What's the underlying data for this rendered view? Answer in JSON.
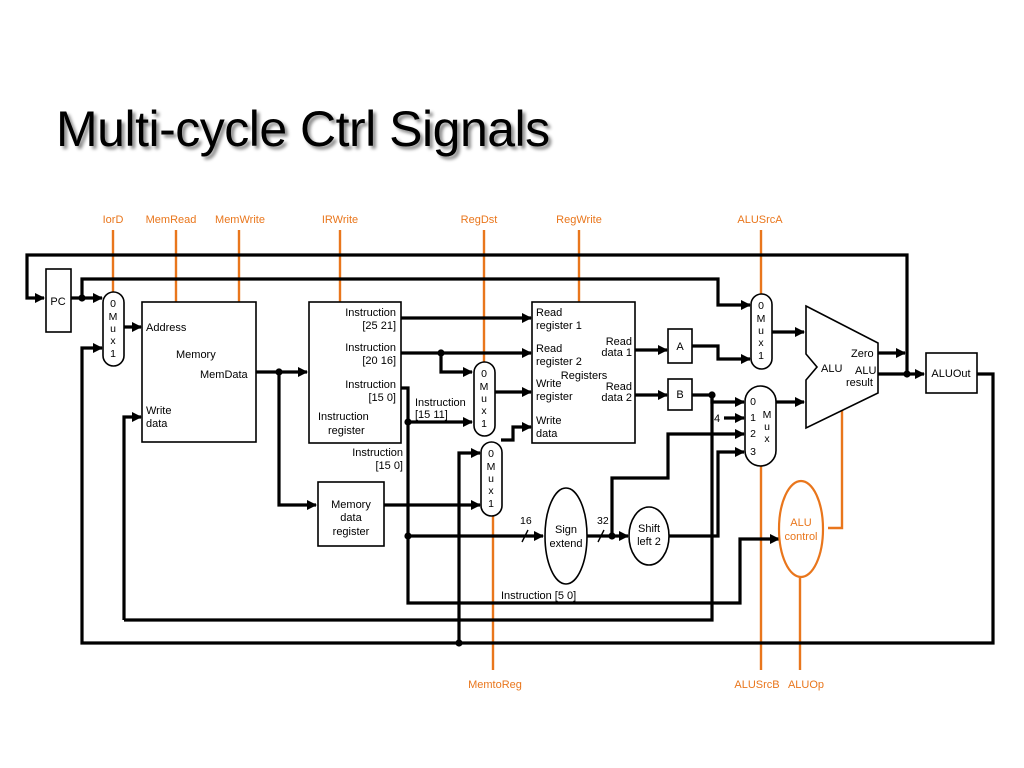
{
  "slide": {
    "title": "Multi-cycle Ctrl Signals"
  },
  "control_signals": {
    "iord": "IorD",
    "memread": "MemRead",
    "memwrite": "MemWrite",
    "irwrite": "IRWrite",
    "regdst": "RegDst",
    "regwrite": "RegWrite",
    "alusrca": "ALUSrcA",
    "memtoreg": "MemtoReg",
    "alusrcb": "ALUSrcB",
    "aluop": "ALUOp"
  },
  "pc": {
    "label": "PC"
  },
  "mux_pc": {
    "l0": "0",
    "l1": "M",
    "l2": "u",
    "l3": "x",
    "l4": "1"
  },
  "memory": {
    "address": "Address",
    "name": "Memory",
    "memdata": "MemData",
    "write1": "Write",
    "write2": "data"
  },
  "ir": {
    "f1a": "Instruction",
    "f1b": "[25   21]",
    "f2a": "Instruction",
    "f2b": "[20   16]",
    "f3a": "Instruction",
    "f3b": "[15   0]",
    "name1": "Instruction",
    "name2": "register",
    "f4a": "Instruction",
    "f4b": "[15   11]"
  },
  "ir_out": {
    "a": "Instruction",
    "b": "[15   0]"
  },
  "mdr": {
    "l1": "Memory",
    "l2": "data",
    "l3": "register"
  },
  "mux_regdst": {
    "l0": "0",
    "l1": "M",
    "l2": "u",
    "l3": "x",
    "l4": "1"
  },
  "mux_memtoreg": {
    "l0": "0",
    "l1": "M",
    "l2": "u",
    "l3": "x",
    "l4": "1"
  },
  "registers": {
    "rr1a": "Read",
    "rr1b": "register 1",
    "rr2a": "Read",
    "rr2b": "register 2",
    "wra": "Write",
    "wrb": "register",
    "wda": "Write",
    "wdb": "data",
    "rd1a": "Read",
    "rd1b": "data 1",
    "rd2a": "Read",
    "rd2b": "data 2",
    "name": "Registers"
  },
  "reg_a": {
    "label": "A"
  },
  "reg_b": {
    "label": "B"
  },
  "sign_extend": {
    "l1": "Sign",
    "l2": "extend",
    "in_width": "16",
    "out_width": "32"
  },
  "shift_left": {
    "l1": "Shift",
    "l2": "left 2"
  },
  "instr_5_0": "Instruction [5   0]",
  "mux_alusrca": {
    "l0": "0",
    "l1": "M",
    "l2": "u",
    "l3": "x",
    "l4": "1"
  },
  "mux_alusrcb": {
    "i0": "0",
    "i1": "1",
    "i2": "2",
    "i3": "3",
    "m": "M",
    "u": "u",
    "x": "x",
    "four": "4"
  },
  "alu": {
    "name": "ALU",
    "zero": "Zero",
    "result1": "ALU",
    "result2": "result"
  },
  "aluout": {
    "label": "ALUOut"
  },
  "alu_control": {
    "l1": "ALU",
    "l2": "control"
  }
}
